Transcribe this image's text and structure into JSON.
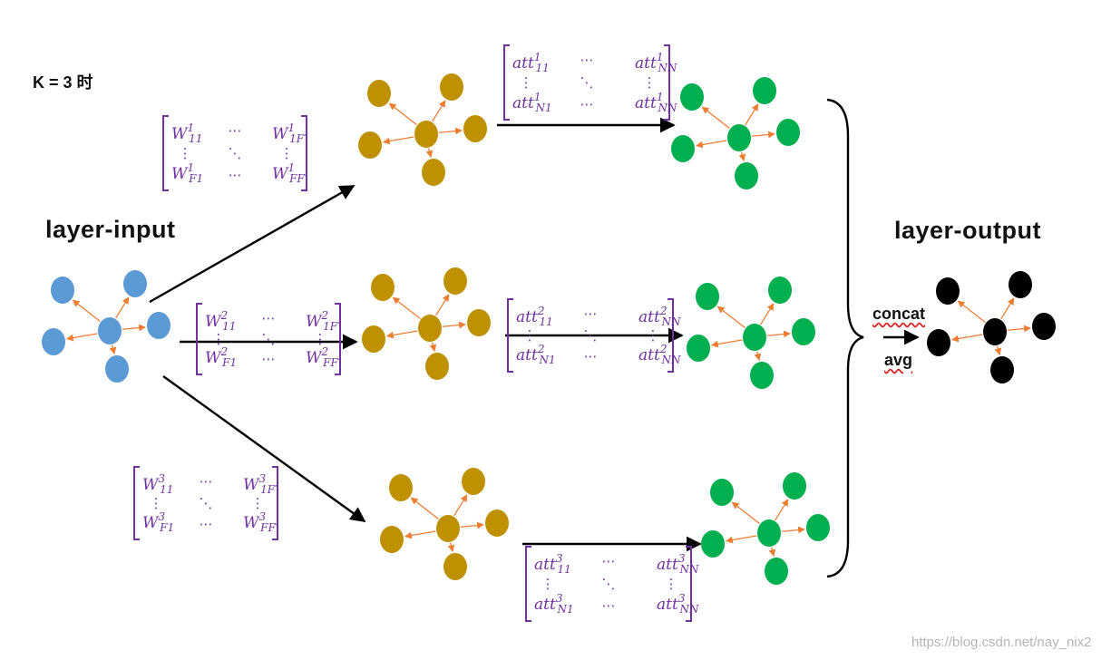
{
  "k_label": "K = 3 时",
  "input_title": "layer-input",
  "output_title": "layer-output",
  "concat_label": "concat",
  "avg_label": "avg",
  "watermark": "https://blog.csdn.net/nay_nix2",
  "colors": {
    "input_node": "#5b9bd5",
    "mid_node": "#bf9000",
    "att_node": "#00b050",
    "output_node": "#000000",
    "edge": "#ed7d31",
    "matrix": "#7030a0",
    "arrow": "#000000"
  },
  "heads": [
    {
      "w": {
        "sup": "1",
        "tl": "W",
        "tl_sub": "11",
        "tr": "W",
        "tr_sub": "1F′",
        "bl": "W",
        "bl_sub": "F1",
        "br": "W",
        "br_sub": "FF′"
      },
      "att": {
        "sup": "1",
        "tl": "att",
        "tl_sub": "11",
        "tr": "att",
        "tr_sub": "NN",
        "bl": "att",
        "bl_sub": "N1",
        "br": "att",
        "br_sub": "NN"
      }
    },
    {
      "w": {
        "sup": "2",
        "tl": "W",
        "tl_sub": "11",
        "tr": "W",
        "tr_sub": "1F′",
        "bl": "W",
        "bl_sub": "F1",
        "br": "W",
        "br_sub": "FF′"
      },
      "att": {
        "sup": "2",
        "tl": "att",
        "tl_sub": "11",
        "tr": "att",
        "tr_sub": "NN",
        "bl": "att",
        "bl_sub": "N1",
        "br": "att",
        "br_sub": "NN"
      }
    },
    {
      "w": {
        "sup": "3",
        "tl": "W",
        "tl_sub": "11",
        "tr": "W",
        "tr_sub": "1F′",
        "bl": "W",
        "bl_sub": "F1",
        "br": "W",
        "br_sub": "FF′"
      },
      "att": {
        "sup": "3",
        "tl": "att",
        "tl_sub": "11",
        "tr": "att",
        "tr_sub": "NN",
        "bl": "att",
        "bl_sub": "N1",
        "br": "att",
        "br_sub": "NN"
      }
    }
  ],
  "matrix_dots": {
    "h": "⋯",
    "v": "⋮",
    "d": "⋱"
  }
}
